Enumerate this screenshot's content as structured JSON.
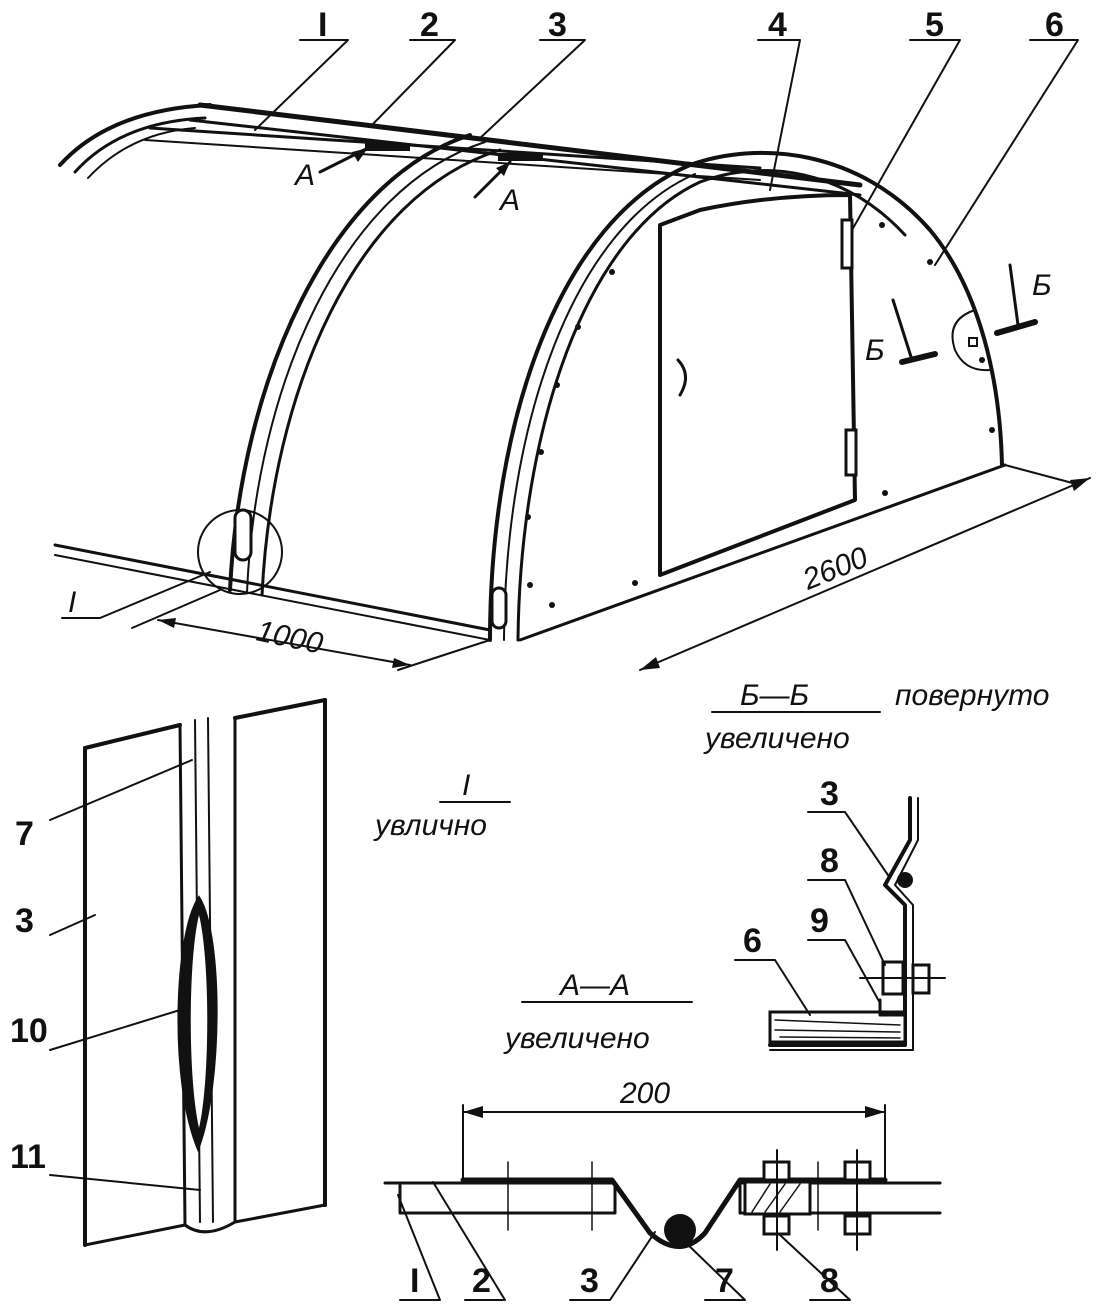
{
  "callouts": {
    "n1": "I",
    "n2": "2",
    "n3": "3",
    "n4": "4",
    "n5": "5",
    "n6": "6",
    "n7": "7",
    "n3b": "3",
    "n10": "10",
    "n11": "11",
    "bb3": "3",
    "bb8": "8",
    "bb9": "9",
    "bb6": "6",
    "aa1": "I",
    "aa2": "2",
    "aa3": "3",
    "aa7": "7",
    "aa8": "8"
  },
  "section_marks": {
    "a_left": "A",
    "a_right": "A",
    "b_left": "Б",
    "b_right": "Б",
    "detail_I": "I"
  },
  "dimensions": {
    "spacing": "1000",
    "length": "2600",
    "aa_width": "200"
  },
  "captions": {
    "detail_top": "I",
    "detail_bottom": "увлично",
    "bb_top": "Б—Б",
    "bb_right": "повернуто",
    "bb_bottom": "увеличено",
    "aa_top": "А—А",
    "aa_bottom": "увеличено"
  }
}
